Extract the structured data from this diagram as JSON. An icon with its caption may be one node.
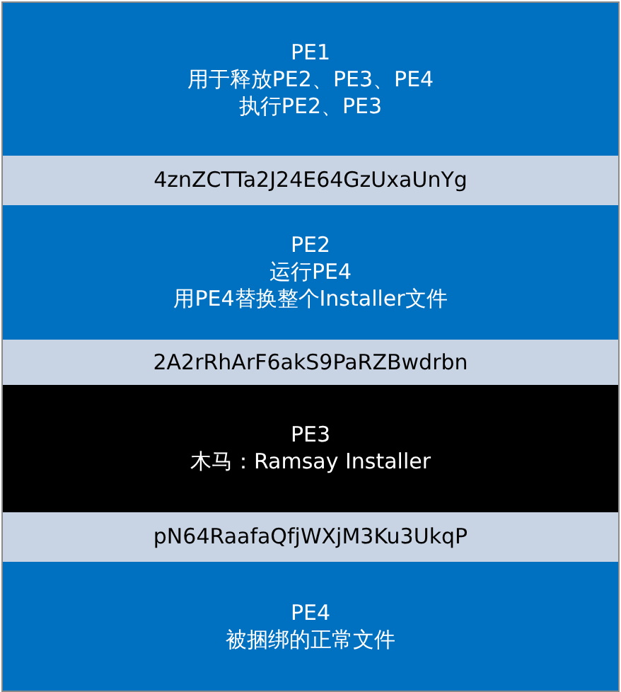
{
  "diagram": {
    "nodes": [
      {
        "text": [
          "PE1",
          "用于释放PE2、PE3、PE4",
          "执行PE2、PE3"
        ]
      },
      {
        "text": [
          "4znZCTTa2J24E64GzUxaUnYg"
        ]
      },
      {
        "text": [
          "PE2",
          "运行PE4",
          "用PE4替换整个Installer文件"
        ]
      },
      {
        "text": [
          "2A2rRhArF6akS9PaRZBwdrbn"
        ]
      },
      {
        "text": [
          "PE3",
          "木马：Ramsay Installer"
        ]
      },
      {
        "text": [
          "pN64RaafaQfjWXjM3Ku3UkqP"
        ]
      },
      {
        "text": [
          "PE4",
          "被捆绑的正常文件"
        ]
      }
    ]
  }
}
